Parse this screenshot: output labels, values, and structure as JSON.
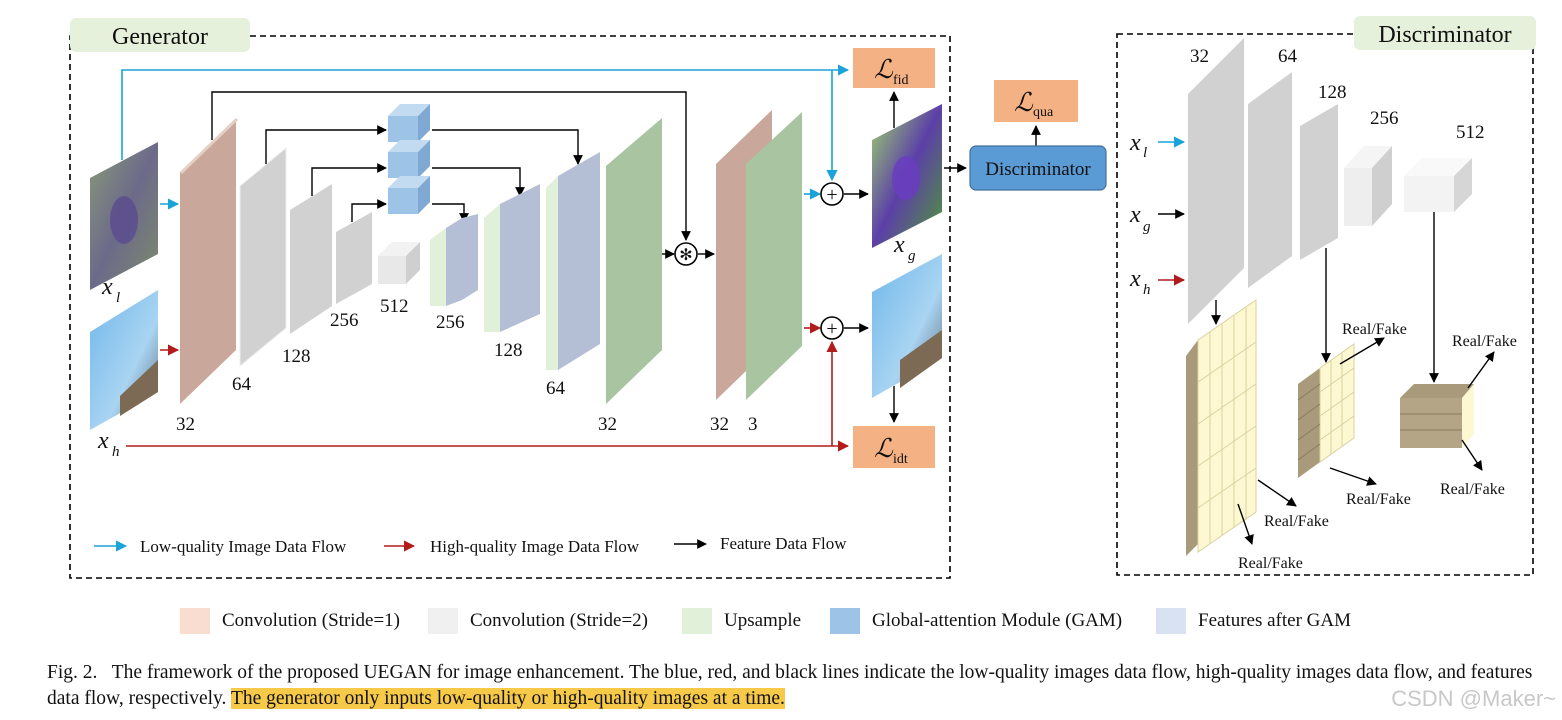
{
  "generator": {
    "title": "Generator",
    "stage_labels": [
      "32",
      "64",
      "128",
      "256",
      "512",
      "256",
      "128",
      "64",
      "32",
      "32",
      "3"
    ],
    "inputs": {
      "low": "x",
      "low_sub": "l",
      "high": "x",
      "high_sub": "h"
    },
    "output": {
      "symbol": "x",
      "sub": "g"
    },
    "losses": {
      "fid": "fid",
      "qua": "qua",
      "idt": "idt",
      "script": "ℒ"
    },
    "flow_legend": [
      {
        "label": "Low-quality Image Data Flow",
        "color": "#1aa3d9"
      },
      {
        "label": "High-quality Image Data Flow",
        "color": "#b31b1b"
      },
      {
        "label": "Feature Data Flow",
        "color": "#000000"
      }
    ]
  },
  "discriminator_box": {
    "label": "Discriminator"
  },
  "discriminator": {
    "title": "Discriminator",
    "channel_labels": [
      "32",
      "64",
      "128",
      "256",
      "512"
    ],
    "inputs": [
      {
        "symbol": "x",
        "sub": "l",
        "color": "#1aa3d9"
      },
      {
        "symbol": "x",
        "sub": "g",
        "color": "#000000"
      },
      {
        "symbol": "x",
        "sub": "h",
        "color": "#b31b1b"
      }
    ],
    "outputs": [
      "Real/Fake",
      "Real/Fake",
      "Real/Fake",
      "Real/Fake",
      "Real/Fake",
      "Real/Fake"
    ]
  },
  "block_legend": [
    {
      "label": "Convolution (Stride=1)",
      "color": "#f9ddd0"
    },
    {
      "label": "Convolution (Stride=2)",
      "color": "#f0f0f0"
    },
    {
      "label": "Upsample",
      "color": "#e1f0d9"
    },
    {
      "label": "Global-attention Module (GAM)",
      "color": "#9dc3e6"
    },
    {
      "label": "Features after GAM",
      "color": "#d9e2f3"
    }
  ],
  "caption": {
    "prefix": "Fig. 2.",
    "text": "The framework of the proposed UEGAN for image enhancement. The blue, red, and black lines indicate the low-quality images data flow, high-quality images data flow, and features data flow, respectively.",
    "highlight": "The generator only inputs low-quality or high-quality images at a time."
  },
  "watermark": "CSDN @Maker~",
  "colors": {
    "blue": "#1aa3d9",
    "red": "#b31b1b",
    "loss_box": "#f4b183",
    "disc_box": "#5b9bd5",
    "conv1": "#c9a79a",
    "conv2": "#d1d1d1",
    "upsample": "#a9c4a0",
    "gam": "#9dc3e6",
    "after_gam": "#b4bfd6",
    "grid": "#fdf8d2"
  }
}
